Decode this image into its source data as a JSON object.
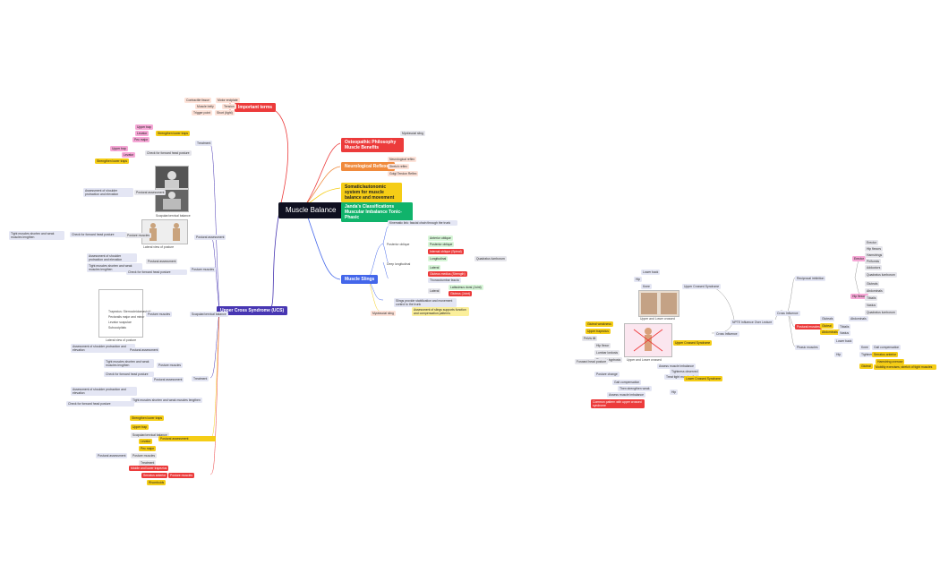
{
  "center": "Muscle Balance",
  "top_branches": [
    "Important terms",
    "Osteopathic Philosophy Muscle Benefits",
    "Neurological Reflexes",
    "Somatic/autonomic system for muscle balance and movement",
    "Janda's Classifications Muscular Imbalance Tonic-Phasic",
    "Muscle Slings",
    "Upper Cross Syndrome (UCS)"
  ],
  "important_terms": [
    "Contractile tissue",
    "Muscle belly",
    "Trigger point",
    "Motor endplate",
    "Tension",
    "Short (tight)"
  ],
  "reflexes": [
    "Neurological reflex",
    "Stretch reflex",
    "Golgi Tendon Reflex"
  ],
  "slings": {
    "note_label": "Myofascial sling",
    "front_note": "Kinematic link: fascial chain through the trunk",
    "items": [
      "Posterior oblique",
      "Anterior oblique",
      "Internal oblique (Spinal)",
      "Longitudinal",
      "Deep longitudinal",
      "Quadratus lumborum",
      "Lateral",
      "Gluteus medius (Strength)",
      "Thoracolumbar fascia",
      "Latissimus dorsi (Joint)",
      "Gluteus (Joint)"
    ],
    "bottom_note": "Slings provide stabilization and movement control to the trunk",
    "bottom_yellow": "Assessment of slings supports function and compensation patterns"
  },
  "ucs": {
    "top_label": "Treatment",
    "pink_items": [
      "Upper trap",
      "Levator",
      "Pec major"
    ],
    "yellow_main": "Strengthen lower traps",
    "red_items": [
      "Middle and lower trapezius",
      "Serratus anterior",
      "Rhomboids"
    ],
    "bottom_label": "Posture muscles",
    "photos_caption": "Scapular/cervical balance",
    "notes": [
      "Assessment of shoulder protraction and elevation",
      "Check for forward head posture",
      "Tight muscles shorten and weak muscles lengthen",
      "Postural assessment"
    ],
    "list_items": [
      "Trapezius: Sternocleidomastoid",
      "Pectoralis major and minor",
      "Levator scapulae",
      "Suboccipitals"
    ],
    "photo2_caption": "Lateral view of posture"
  },
  "right_cluster": {
    "hub": "NPTE Influence Over Lecture",
    "hub2": "Cross Influence",
    "branches": [
      "Reciprocal inhibition",
      "Postural muscles",
      "Phasic muscles",
      "Upper Crossed Syndrome",
      "Lower Crossed Syndrome"
    ],
    "list_a": [
      "Erector",
      "Hip flexors",
      "Hamstrings",
      "Piriformis",
      "Adductors",
      "Quadratus lumborum"
    ],
    "list_b": [
      "Gluteals",
      "Abdominals",
      "Tibialis",
      "Vastus"
    ],
    "yellow_items": [
      "Gluteal",
      "Abdominals",
      "Serratus anterior",
      "Hamstring overuse"
    ],
    "red_note": "Mobility exercises; stretch of tight muscles",
    "left_red": "Common pattern with upper crossed syndrome",
    "left_yellow": [
      "Gluteal weakness",
      "Upper trapezius"
    ],
    "img_caption": "Upper and Lower crossed",
    "left_items": [
      "Pelvis tilt",
      "Hip flexor",
      "Lumbar lordosis",
      "Thoracic kyphosis",
      "Forward head posture"
    ],
    "mid_notes": [
      "Lower back",
      "Hip",
      "Knee",
      "Gait compensation",
      "Tightness observed",
      "Posture change"
    ],
    "bottom_notes": [
      "Assess muscle imbalance",
      "Treat tight muscles first",
      "Then strengthen weak"
    ]
  }
}
